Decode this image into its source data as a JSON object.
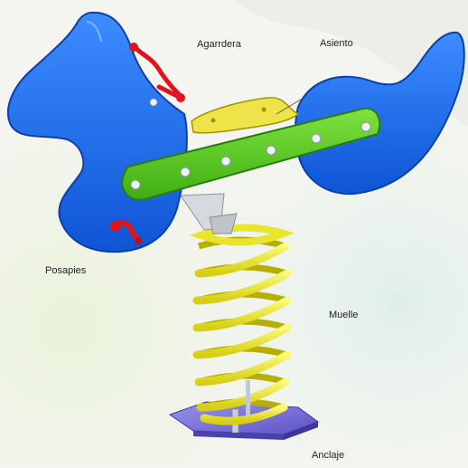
{
  "labels": {
    "handles": "Agarrdera",
    "seat": "Asiento",
    "footrests": "Posapies",
    "spring": "Muelle",
    "anchor": "Anclaje"
  },
  "colors": {
    "body": "#1f6fe6",
    "body_dark": "#0d47b8",
    "seat_bar": "#5fd126",
    "seat_bar_dark": "#2f8f0e",
    "spring": "#f2ef3a",
    "spring_dark": "#b8b000",
    "bracket": "#e9e24a",
    "handle": "#e0141c",
    "base": "#7b72d8",
    "bolt": "#e6ebf0"
  }
}
